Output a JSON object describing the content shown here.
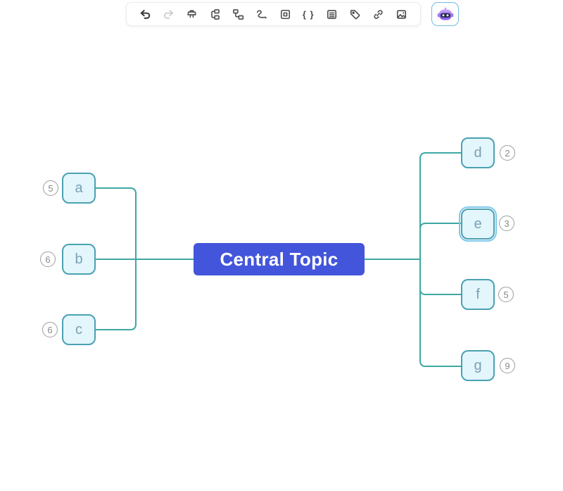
{
  "toolbar": {
    "items": [
      {
        "name": "undo",
        "disabled": false
      },
      {
        "name": "redo",
        "disabled": true
      },
      {
        "name": "format-painter",
        "disabled": false
      },
      {
        "name": "insert-subtopic",
        "disabled": false
      },
      {
        "name": "insert-topic",
        "disabled": false
      },
      {
        "name": "relation-line",
        "disabled": false
      },
      {
        "name": "outer-frame",
        "disabled": false
      },
      {
        "name": "summary-brace",
        "disabled": false
      },
      {
        "name": "outline",
        "disabled": false
      },
      {
        "name": "tag",
        "disabled": false
      },
      {
        "name": "hyperlink",
        "disabled": false
      },
      {
        "name": "insert-image",
        "disabled": false
      }
    ],
    "brace_glyph": "{ }",
    "ai_button": {
      "name": "ai-assistant"
    }
  },
  "mindmap": {
    "central": {
      "label": "Central Topic"
    },
    "left_nodes": [
      {
        "label": "a",
        "count": "5"
      },
      {
        "label": "b",
        "count": "6"
      },
      {
        "label": "c",
        "count": "6"
      }
    ],
    "right_nodes": [
      {
        "label": "d",
        "count": "2"
      },
      {
        "label": "e",
        "count": "3",
        "selected": true
      },
      {
        "label": "f",
        "count": "5"
      },
      {
        "label": "g",
        "count": "9"
      }
    ]
  },
  "colors": {
    "central_bg": "#4355da",
    "central_text": "#ffffff",
    "connector": "#3ea8a3",
    "node_border": "#4ba1b3",
    "node_fill": "#e2f6fb",
    "node_text": "#7c9fb4",
    "selection_ring": "#7ec9ec",
    "count_border": "#9c9c9c",
    "count_text": "#8a8a8a",
    "toolbar_border": "#ececec",
    "icon": "#4c4c4c",
    "icon_disabled": "#c9c9c9",
    "ai_button_border": "#6fbbe8",
    "robot_purple": "#8d5bee",
    "background": "#ffffff"
  }
}
